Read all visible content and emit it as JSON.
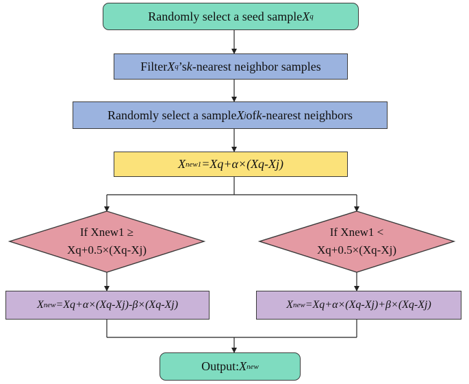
{
  "nodes": {
    "seed": {
      "text": "Randomly select a seed sample ",
      "var": "X",
      "sub": "q"
    },
    "filter": {
      "pre": "Filter ",
      "var": "X",
      "sub": "q",
      "mid": "’s ",
      "k": "k",
      "post": "-nearest neighbor samples"
    },
    "select": {
      "pre": "Randomly select a sample ",
      "var": "X",
      "sub": "j",
      "mid": " of ",
      "k": "k",
      "post": "-nearest neighbors"
    },
    "xnew1": {
      "lhs_sub": "new1",
      "formula": "=Xq+α×(Xq-Xj)"
    },
    "cond_left": {
      "line1": "If Xnew1 ≥",
      "line2": "Xq+0.5×(Xq-Xj)"
    },
    "cond_right": {
      "line1": "If Xnew1 <",
      "line2": "Xq+0.5×(Xq-Xj)"
    },
    "xnew_left": {
      "lhs_sub": "new",
      "formula": "=Xq+α×(Xq-Xj)-β×(Xq-Xj)"
    },
    "xnew_right": {
      "lhs_sub": "new",
      "formula": "=Xq+α×(Xq-Xj)+β×(Xq-Xj)"
    },
    "output": {
      "label": "Output: ",
      "var": "X",
      "sub": "new"
    }
  },
  "colors": {
    "start_end": "#7fdcc0",
    "process": "#9bb3df",
    "formula": "#fbe27a",
    "decision": "#e49aa3",
    "result": "#c9b3d8"
  }
}
